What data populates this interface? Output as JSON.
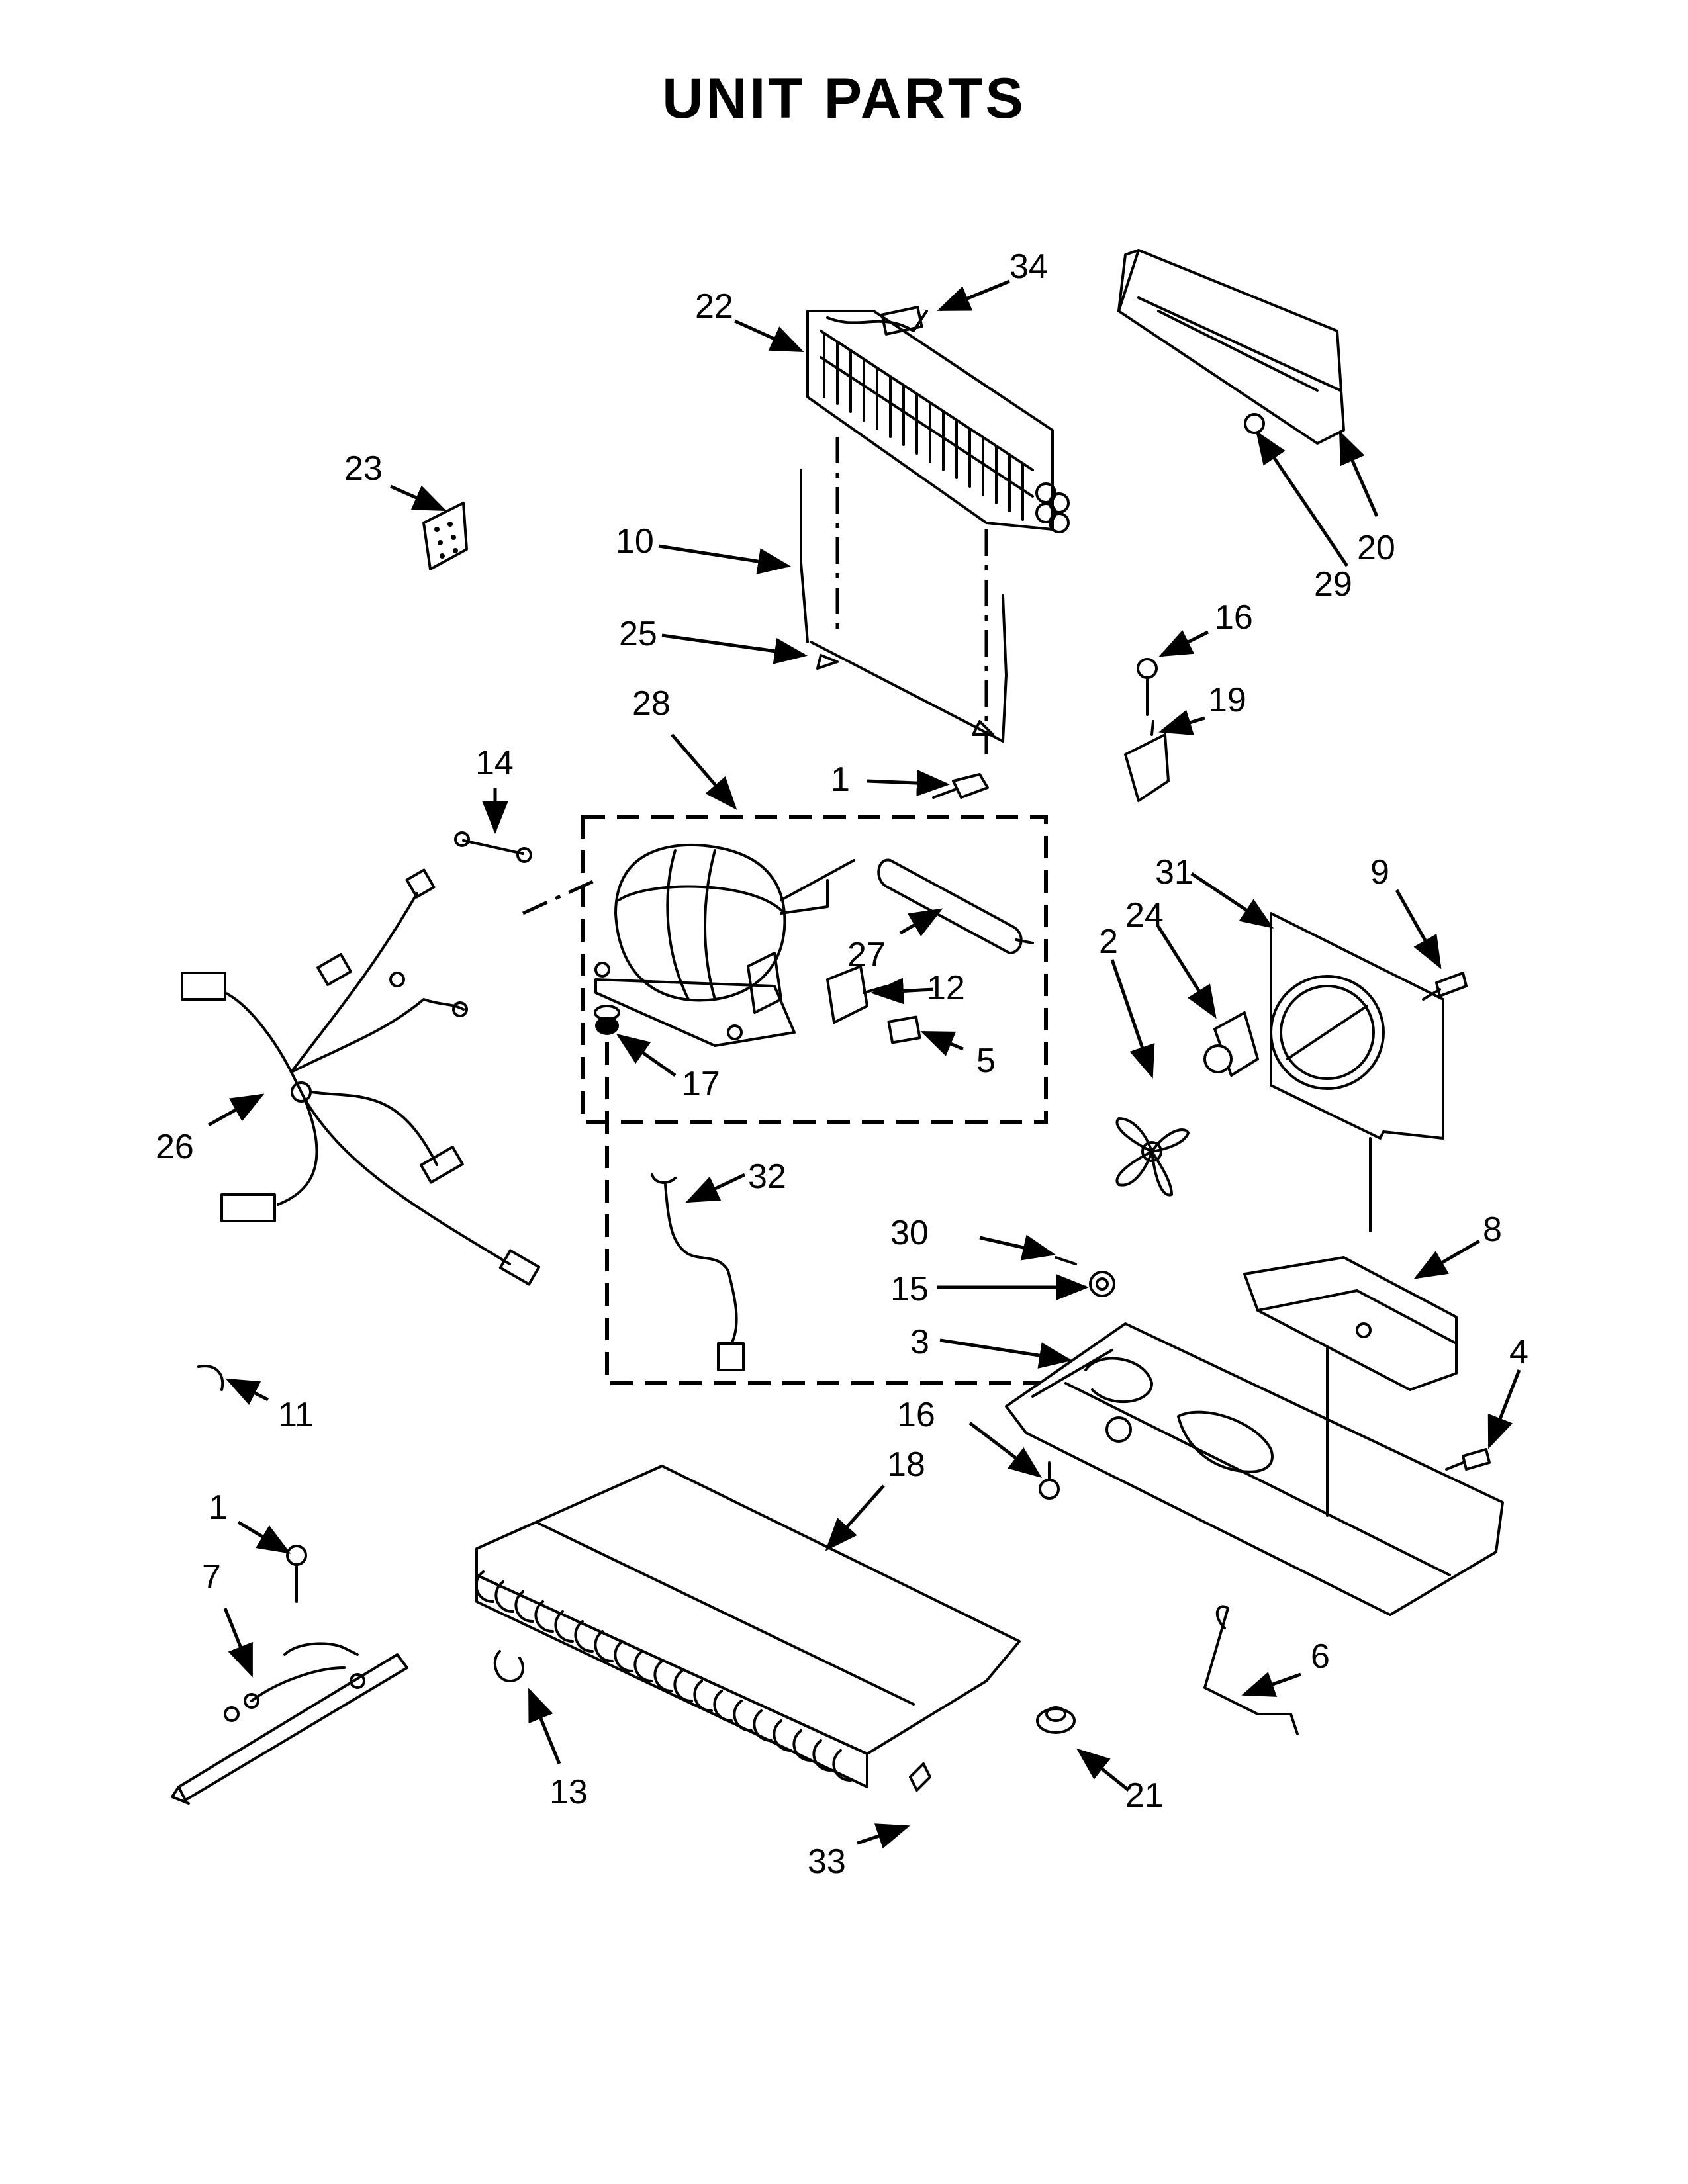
{
  "title": "UNIT PARTS",
  "callouts": {
    "c34": "34",
    "c22": "22",
    "c23": "23",
    "c10": "10",
    "c25": "25",
    "c20": "20",
    "c29": "29",
    "c16a": "16",
    "c19": "19",
    "c28": "28",
    "c14": "14",
    "c1a": "1",
    "c27": "27",
    "c12": "12",
    "c17": "17",
    "c5": "5",
    "c26": "26",
    "c31": "31",
    "c9": "9",
    "c24": "24",
    "c2": "2",
    "c32": "32",
    "c30": "30",
    "c15": "15",
    "c3": "3",
    "c8": "8",
    "c4": "4",
    "c16b": "16",
    "c18": "18",
    "c11": "11",
    "c1b": "1",
    "c7": "7",
    "c13": "13",
    "c6": "6",
    "c21": "21",
    "c33": "33"
  }
}
